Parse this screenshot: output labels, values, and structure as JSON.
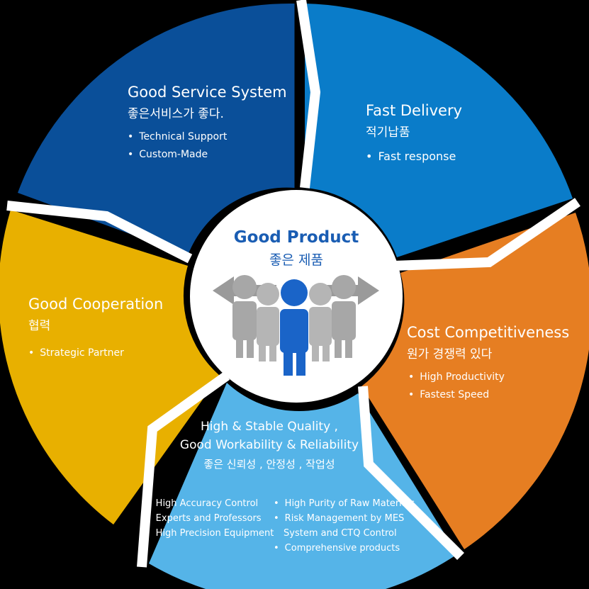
{
  "center": {
    "title": "Good Product",
    "subtitle": "좋은 제품"
  },
  "segments": {
    "service": {
      "title": "Good Service System",
      "subtitle": "좋은서비스가 좋다.",
      "bullets": [
        "Technical Support",
        "Custom-Made"
      ],
      "color": "#0a4f99"
    },
    "delivery": {
      "title": "Fast Delivery",
      "subtitle": "적기납품",
      "bullets": [
        "Fast response"
      ],
      "color": "#0a7cc9"
    },
    "cost": {
      "title": "Cost Competitiveness",
      "subtitle": "원가 경쟁력 있다",
      "bullets": [
        "High Productivity",
        "Fastest Speed"
      ],
      "color": "#e67e22"
    },
    "quality": {
      "title_line1": "High & Stable Quality ,",
      "title_line2": "Good Workability & Reliability",
      "subtitle": "좋은 신뢰성 ,   안정성 , 작업성",
      "bullets_left": [
        "High Accuracy Control",
        "Experts and Professors",
        "High Precision Equipment"
      ],
      "bullets_right": [
        "High Purity of Raw Materials",
        "Risk Management by MES",
        "System and CTQ Control",
        "Comprehensive products"
      ],
      "color": "#55b4e8"
    },
    "cooperation": {
      "title": "Good Cooperation",
      "subtitle": "협력",
      "bullets": [
        "Strategic Partner"
      ],
      "color": "#e8b000"
    }
  }
}
